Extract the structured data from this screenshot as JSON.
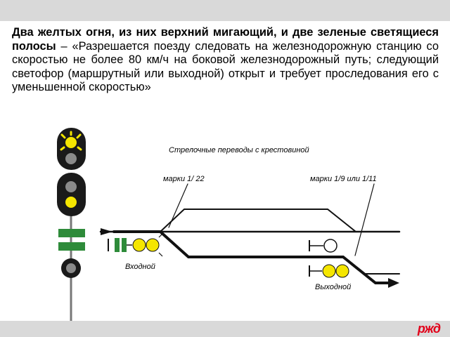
{
  "description": {
    "bold": "Два желтых огня, из них верхний мигающий, и две зеленые светящиеся полосы",
    "rest": " – «Разрешается поезду следовать на железнодорожную станцию со скоростью не более 80 км/ч на боковой железнодорожный путь; следующий светофор (маршрутный или выходной) открыт и требует проследования его с уменьшенной скоростью»"
  },
  "diagram": {
    "title": "Стрелочные переводы с крестовиной",
    "marks_left": "марки 1/ 22",
    "marks_right": "марки 1/9 или 1/11",
    "entry_label": "Входной",
    "exit_label": "Выходной"
  },
  "colors": {
    "yellow": "#f5e600",
    "green": "#2e8b3a",
    "dark": "#1a1a1a",
    "grey_lamp": "#8a8a8a",
    "logo_red": "#e2001a"
  },
  "logo": "ржд"
}
